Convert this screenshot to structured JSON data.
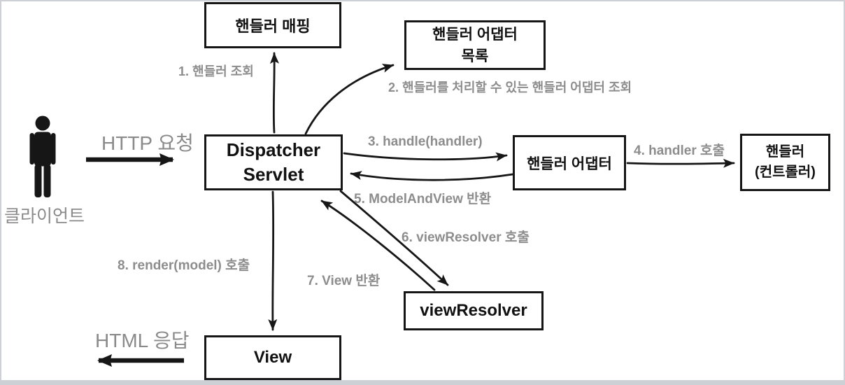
{
  "diagram": {
    "client": {
      "label": "클라이언트",
      "request_label": "HTTP 요청",
      "response_label": "HTML 응답"
    },
    "nodes": {
      "handler_mapping": {
        "label": "핸들러 매핑"
      },
      "handler_adapter_list": {
        "line1": "핸들러 어댑터",
        "line2": "목록"
      },
      "dispatcher_servlet": {
        "line1": "Dispatcher",
        "line2": "Servlet"
      },
      "handler_adapter": {
        "label": "핸들러 어댑터"
      },
      "handler_controller": {
        "line1": "핸들러",
        "line2": "(컨트롤러)"
      },
      "view_resolver": {
        "label": "viewResolver"
      },
      "view": {
        "label": "View"
      }
    },
    "steps": [
      {
        "label": "1. 핸들러 조회"
      },
      {
        "label": "2. 핸들러를 처리할 수 있는 핸들러 어댑터 조회"
      },
      {
        "label": "3. handle(handler)"
      },
      {
        "label": "4. handler 호출"
      },
      {
        "label": "5. ModelAndView 반환"
      },
      {
        "label": "6. viewResolver 호출"
      },
      {
        "label": "7. View 반환"
      },
      {
        "label": "8. render(model) 호출"
      }
    ],
    "colors": {
      "box_border": "#161616",
      "box_text": "#111111",
      "arrow": "#161616",
      "step_label": "#8d8d8d",
      "client_label": "#8a8a8a",
      "frame": "#cdd0d4",
      "background": "#ffffff"
    }
  }
}
